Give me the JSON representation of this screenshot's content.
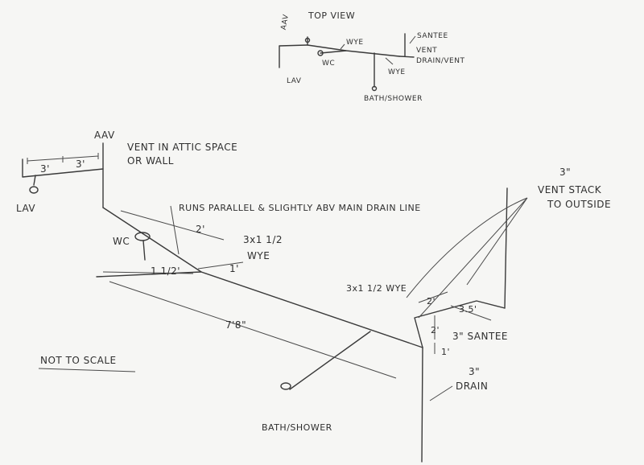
{
  "top_view": {
    "title": "TOP VIEW",
    "aav": "AAV",
    "wye1": "WYE",
    "santee": "SANTEE",
    "vent": "VENT",
    "drain_vent": "DRAIN/VENT",
    "wc": "WC",
    "wye2": "WYE",
    "lav": "LAV",
    "bath": "BATH/SHOWER"
  },
  "iso": {
    "aav": "AAV",
    "vent_attic_1": "VENT IN ATTIC SPACE",
    "vent_attic_2": "OR WALL",
    "dim_3a": "3'",
    "dim_3b": "3'",
    "lav": "LAV",
    "runs_parallel": "RUNS PARALLEL & SLIGHTLY ABV MAIN DRAIN LINE",
    "dim_2": "2'",
    "wye_size": "3x1 1/2",
    "wye_label": "WYE",
    "wc": "WC",
    "dim_1_5": "1 1/2'",
    "dim_1": "1'",
    "dim_7_8": "7'8\"",
    "stack_size": "3\"",
    "stack_1": "VENT STACK",
    "stack_2": "TO OUTSIDE",
    "wye_main": "3x1 1/2 WYE",
    "dim_2b": "2'",
    "dim_3_5": "3.5'",
    "dim_2c": "2'",
    "santee": "3\" SANTEE",
    "dim_1b": "1'",
    "drain_size": "3\"",
    "drain": "DRAIN",
    "bath": "BATH/SHOWER",
    "not_to_scale": "NOT TO SCALE"
  }
}
